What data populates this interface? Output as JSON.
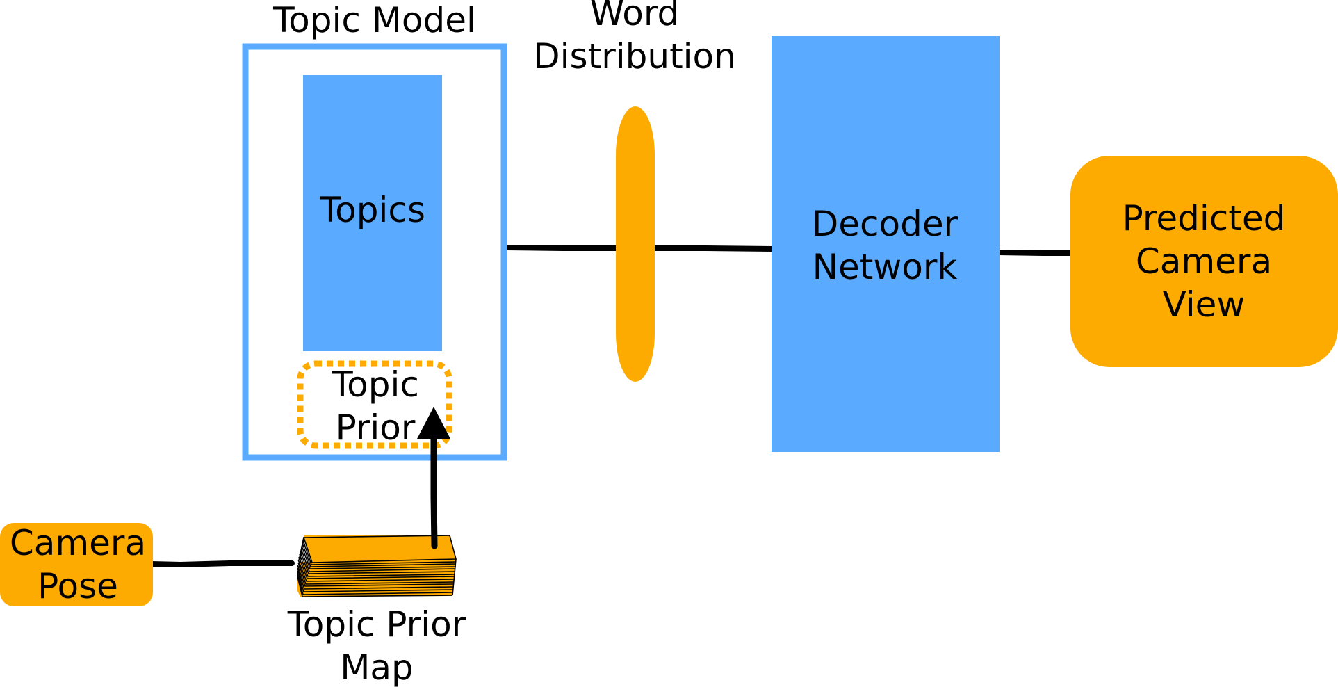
{
  "colors": {
    "blue": "#5aabff",
    "orange": "#fdab00",
    "line": "#000000",
    "background": "#ffffff"
  },
  "labels": {
    "topic_model": "Topic Model",
    "topics": "Topics",
    "topic_prior_line1": "Topic",
    "topic_prior_line2": "Prior",
    "word_distribution_line1": "Word",
    "word_distribution_line2": "Distribution",
    "decoder_line1": "Decoder",
    "decoder_line2": "Network",
    "predicted_line1": "Predicted",
    "predicted_line2": "Camera",
    "predicted_line3": "View",
    "camera_pose_line1": "Camera",
    "camera_pose_line2": "Pose",
    "topic_prior_map_line1": "Topic Prior",
    "topic_prior_map_line2": "Map"
  }
}
